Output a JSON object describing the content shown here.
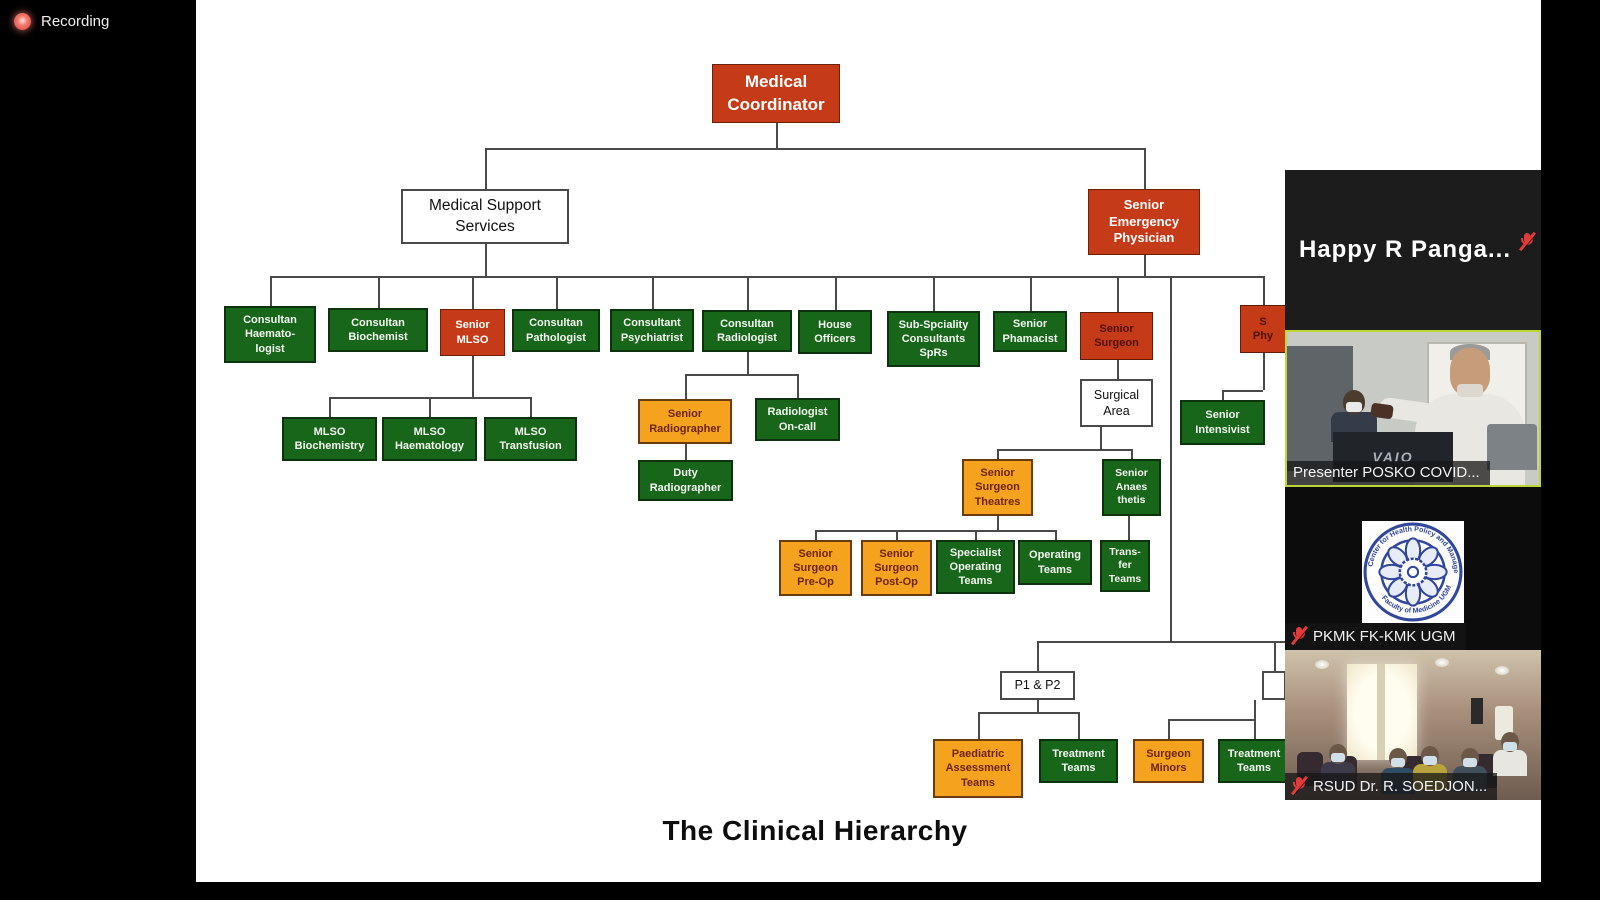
{
  "app": {
    "recording_label": "Recording"
  },
  "slide": {
    "title": "The Clinical Hierarchy",
    "org_chart": {
      "colors": {
        "red": "#c53a17",
        "green": "#176619",
        "orange": "#f5a21f",
        "white": "#ffffff"
      },
      "nodes": [
        {
          "id": "medical-coordinator",
          "label": "Medical\nCoordinator",
          "variant": "red"
        },
        {
          "id": "medical-support-services",
          "label": "Medical Support\nServices",
          "variant": "white"
        },
        {
          "id": "senior-emergency-physician",
          "label": "Senior\nEmergency\nPhysician",
          "variant": "red"
        },
        {
          "id": "consultan-haematologist",
          "label": "Consultan\nHaemato-\nlogist",
          "variant": "green"
        },
        {
          "id": "consultan-biochemist",
          "label": "Consultan\nBiochemist",
          "variant": "green"
        },
        {
          "id": "senior-mlso",
          "label": "Senior\nMLSO",
          "variant": "red"
        },
        {
          "id": "consultan-pathologist",
          "label": "Consultan\nPathologist",
          "variant": "green"
        },
        {
          "id": "consultant-psychiatrist",
          "label": "Consultant\nPsychiatrist",
          "variant": "green"
        },
        {
          "id": "consultan-radiologist",
          "label": "Consultan\nRadiologist",
          "variant": "green"
        },
        {
          "id": "house-officers",
          "label": "House\nOfficers",
          "variant": "green"
        },
        {
          "id": "sub-spciality-consultants-sprs",
          "label": "Sub-Spciality\nConsultants\nSpRs",
          "variant": "green"
        },
        {
          "id": "senior-phamacist",
          "label": "Senior\nPhamacist",
          "variant": "green"
        },
        {
          "id": "senior-surgeon",
          "label": "Senior\nSurgeon",
          "variant": "red-dark"
        },
        {
          "id": "senior-physician-partial",
          "label": "S\nPhy",
          "variant": "red-dark"
        },
        {
          "id": "mlso-biochemistry",
          "label": "MLSO\nBiochemistry",
          "variant": "green"
        },
        {
          "id": "mlso-haematology",
          "label": "MLSO\nHaematology",
          "variant": "green"
        },
        {
          "id": "mlso-transfusion",
          "label": "MLSO\nTransfusion",
          "variant": "green"
        },
        {
          "id": "senior-radiographer",
          "label": "Senior\nRadiographer",
          "variant": "orange"
        },
        {
          "id": "radiologist-on-call",
          "label": "Radiologist\nOn-call",
          "variant": "green"
        },
        {
          "id": "duty-radiographer",
          "label": "Duty\nRadiographer",
          "variant": "green"
        },
        {
          "id": "surgical-area",
          "label": "Surgical\nArea",
          "variant": "white"
        },
        {
          "id": "senior-intensivist",
          "label": "Senior\nIntensivist",
          "variant": "green"
        },
        {
          "id": "senior-surgeon-theatres",
          "label": "Senior\nSurgeon\nTheatres",
          "variant": "orange"
        },
        {
          "id": "senior-anaes-thetis",
          "label": "Senior\nAnaes\nthetis",
          "variant": "green"
        },
        {
          "id": "senior-surgeon-pre-op",
          "label": "Senior\nSurgeon\nPre-Op",
          "variant": "orange"
        },
        {
          "id": "senior-surgeon-post-op",
          "label": "Senior\nSurgeon\nPost-Op",
          "variant": "orange"
        },
        {
          "id": "specialist-operating-teams",
          "label": "Specialist\nOperating\nTeams",
          "variant": "green"
        },
        {
          "id": "operating-teams",
          "label": "Operating\nTeams",
          "variant": "green"
        },
        {
          "id": "transfer-teams",
          "label": "Trans-\nfer\nTeams",
          "variant": "green"
        },
        {
          "id": "p1-p2",
          "label": "P1 & P2",
          "variant": "white"
        },
        {
          "id": "p-partial",
          "label": "",
          "variant": "white"
        },
        {
          "id": "paediatric-assessment-teams",
          "label": "Paediatric\nAssessment\nTeams",
          "variant": "orange"
        },
        {
          "id": "treatment-teams-a",
          "label": "Treatment\nTeams",
          "variant": "green"
        },
        {
          "id": "surgeon-minors",
          "label": "Surgeon\nMinors",
          "variant": "orange"
        },
        {
          "id": "treatment-teams-b",
          "label": "Treatment\nTeams",
          "variant": "green"
        }
      ]
    }
  },
  "panel": {
    "participants": [
      {
        "id": "happy",
        "name": "Happy R Panga...",
        "muted": true,
        "type": "name-card"
      },
      {
        "id": "presenter",
        "name": "Presenter POSKO COVID...",
        "muted": false,
        "active": true,
        "type": "video",
        "laptop_brand": "VAIO"
      },
      {
        "id": "pkmk",
        "name": "PKMK FK-KMK UGM",
        "muted": true,
        "type": "logo",
        "logo_ring_top": "Center for Health Policy and Management",
        "logo_ring_bottom": "Faculty of Medicine UGM"
      },
      {
        "id": "rsud",
        "name": "RSUD Dr. R. SOEDJON...",
        "muted": true,
        "type": "video"
      }
    ]
  }
}
